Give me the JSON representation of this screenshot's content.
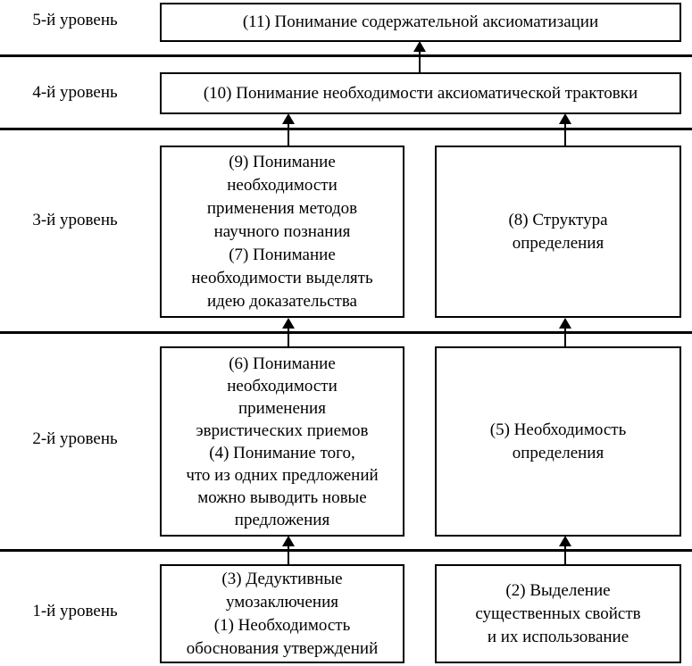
{
  "diagram": {
    "colors": {
      "background": "#ffffff",
      "line": "#000000",
      "text": "#000000"
    },
    "levels": [
      {
        "label": "5-й уровень",
        "boxes": [
          "(11) Понимание содержательной аксиоматизации"
        ]
      },
      {
        "label": "4-й уровень",
        "boxes": [
          "(10) Понимание необходимости аксиоматической трактовки"
        ]
      },
      {
        "label": "3-й уровень",
        "boxes": [
          "(9) Понимание\nнеобходимости\nприменения методов\nнаучного познания\n(7) Понимание\nнеобходимости выделять\nидею доказательства",
          "(8) Структура\nопределения"
        ]
      },
      {
        "label": "2-й уровень",
        "boxes": [
          "(6) Понимание\nнеобходимости\nприменения\nэвристических приемов\n(4) Понимание того,\nчто из одних предложений\nможно выводить новые\nпредложения",
          "(5) Необходимость\nопределения"
        ]
      },
      {
        "label": "1-й уровень",
        "boxes": [
          "(3) Дедуктивные\nумозаключения\n(1) Необходимость\nобоснования утверждений",
          "(2) Выделение\nсущественных свойств\nи их использование"
        ]
      }
    ]
  }
}
